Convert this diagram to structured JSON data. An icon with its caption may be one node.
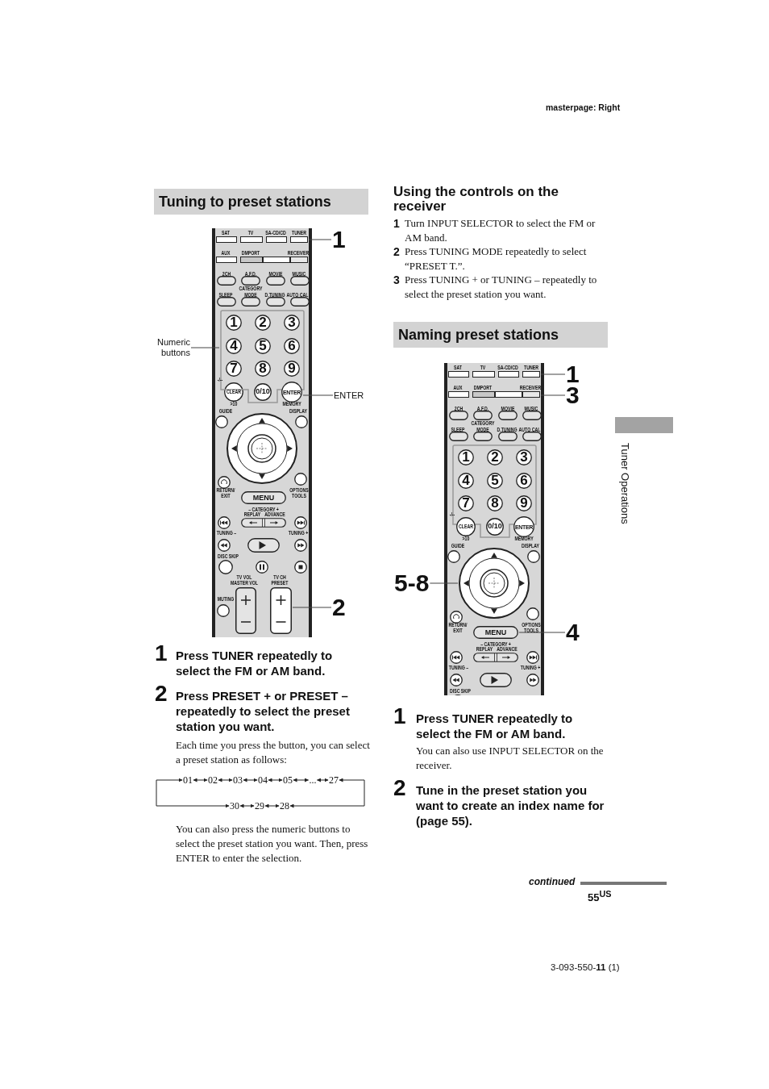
{
  "diagram": {
    "nodes": [
      {
        "text": [
          "Tuning to preset stations"
        ]
      },
      {
        "text": [],
        "shape": "box"
      },
      {
        "text": [
          "1"
        ]
      },
      {
        "text": [
          "Numeric buttons"
        ]
      },
      {
        "text": [],
        "shape": "box"
      },
      {
        "text": [
          "ENTER"
        ]
      },
      {
        "text": [
          "ENTER"
        ]
      },
      {
        "text": [
          "MENU"
        ]
      },
      {
        "text": [],
        "shape": "bar"
      },
      {
        "text": [
          "2"
        ]
      },
      {
        "text": [
          "Naming preset stations"
        ]
      },
      {
        "text": [],
        "shape": "box"
      },
      {
        "text": [
          "1"
        ]
      },
      {
        "text": [],
        "shape": "box"
      },
      {
        "text": [
          "3"
        ]
      },
      {
        "text": [
          "ENTER"
        ]
      },
      {
        "text": [
          "5-8"
        ]
      },
      {
        "text": [],
        "shape": "circle"
      },
      {
        "text": [
          "MENU"
        ]
      },
      {
        "text": [
          "4"
        ]
      },
      {
        "text": [
          "01"
        ]
      },
      {
        "text": [
          "02"
        ]
      },
      {
        "text": [
          "03"
        ]
      },
      {
        "text": [
          "04"
        ]
      },
      {
        "text": [
          "05"
        ]
      },
      {
        "text": [
          "..."
        ]
      },
      {
        "text": [
          "27"
        ]
      },
      {
        "text": [
          "30"
        ]
      },
      {
        "text": [
          "29"
        ]
      },
      {
        "text": [
          "28"
        ]
      }
    ],
    "edges": [
      {
        "from": 2,
        "to": 1,
        "arrow": "none"
      },
      {
        "from": 3,
        "to": 4,
        "arrow": "none"
      },
      {
        "from": 6,
        "to": 5,
        "arrow": "none"
      },
      {
        "from": 9,
        "to": 8,
        "arrow": "none"
      },
      {
        "from": 12,
        "to": 11,
        "arrow": "none"
      },
      {
        "from": 14,
        "to": 13,
        "arrow": "none"
      },
      {
        "from": 16,
        "to": 17,
        "arrow": "none"
      },
      {
        "from": 19,
        "to": 18,
        "arrow": "none"
      },
      {
        "from": 20,
        "to": 21,
        "arrow": "both"
      },
      {
        "from": 21,
        "to": 22,
        "arrow": "both"
      },
      {
        "from": 22,
        "to": 23,
        "arrow": "both"
      },
      {
        "from": 23,
        "to": 24,
        "arrow": "both"
      },
      {
        "from": 24,
        "to": 25,
        "arrow": "both"
      },
      {
        "from": 25,
        "to": 26,
        "arrow": "both"
      },
      {
        "from": 27,
        "to": 28,
        "arrow": "both"
      },
      {
        "from": 28,
        "to": 29,
        "arrow": "both"
      },
      {
        "from": 27,
        "to": 20,
        "arrow": "both"
      },
      {
        "from": 26,
        "to": 29,
        "arrow": "both"
      }
    ],
    "labels": [
      "masterpage: Right",
      "SAT",
      "TV",
      "SA-CD/CD",
      "TUNER",
      "AUX",
      "DMPORT",
      "RECEIVER",
      "2CH",
      "A.F.D.",
      "MOVIE",
      "MUSIC",
      "CATEGORY",
      "SLEEP",
      "MODE",
      "D.TUNING",
      "AUTO CAL",
      "1",
      "2",
      "3",
      "4",
      "5",
      "6",
      "7",
      "8",
      "9",
      "-/--",
      "CLEAR",
      "0/10",
      ">10",
      "MEMORY",
      "GUIDE",
      "DISPLAY",
      "RETURN/ EXIT",
      "OPTIONS TOOLS",
      "– CATEGORY +",
      "REPLAY",
      "ADVANCE",
      "TUNING –",
      "TUNING +",
      "DISC SKIP",
      "TV VOL MASTER VOL",
      "TV CH PRESET",
      "MUTING",
      "1",
      "Press TUNER repeatedly to select the FM or AM band.",
      "2",
      "Press PRESET + or PRESET – repeatedly to select the preset station you want.",
      "Each time you press the button, you can select a preset station as follows:",
      "You can also press the numeric buttons to select the preset station you want. Then, press ENTER to enter the selection.",
      "Using the controls on the receiver",
      "1",
      "Turn INPUT SELECTOR to select the FM or AM band.",
      "2",
      "Press TUNING MODE repeatedly to select “PRESET T.”.",
      "3",
      "Press TUNING + or TUNING – repeatedly to select the preset station you want.",
      "SAT",
      "TV",
      "SA-CD/CD",
      "TUNER",
      "AUX",
      "DMPORT",
      "RECEIVER",
      "2CH",
      "A.F.D.",
      "MOVIE",
      "MUSIC",
      "CATEGORY",
      "SLEEP",
      "MODE",
      "D.TUNING",
      "AUTO CAL",
      "1",
      "2",
      "3",
      "4",
      "5",
      "6",
      "7",
      "8",
      "9",
      "-/--",
      "CLEAR",
      "0/10",
      ">10",
      "MEMORY",
      "GUIDE",
      "DISPLAY",
      "RETURN/ EXIT",
      "OPTIONS TOOLS",
      "– CATEGORY +",
      "REPLAY",
      "ADVANCE",
      "TUNING –",
      "TUNING +",
      "DISC SKIP",
      "1",
      "Press TUNER repeatedly to select the FM or AM band.",
      "You can also use INPUT SELECTOR on the receiver.",
      "2",
      "Tune in the preset station you want to create an index name for (page 55).",
      "Tuner Operations",
      "continued",
      "55$^{US}$",
      "3-093-550-**11** (1)"
    ]
  }
}
